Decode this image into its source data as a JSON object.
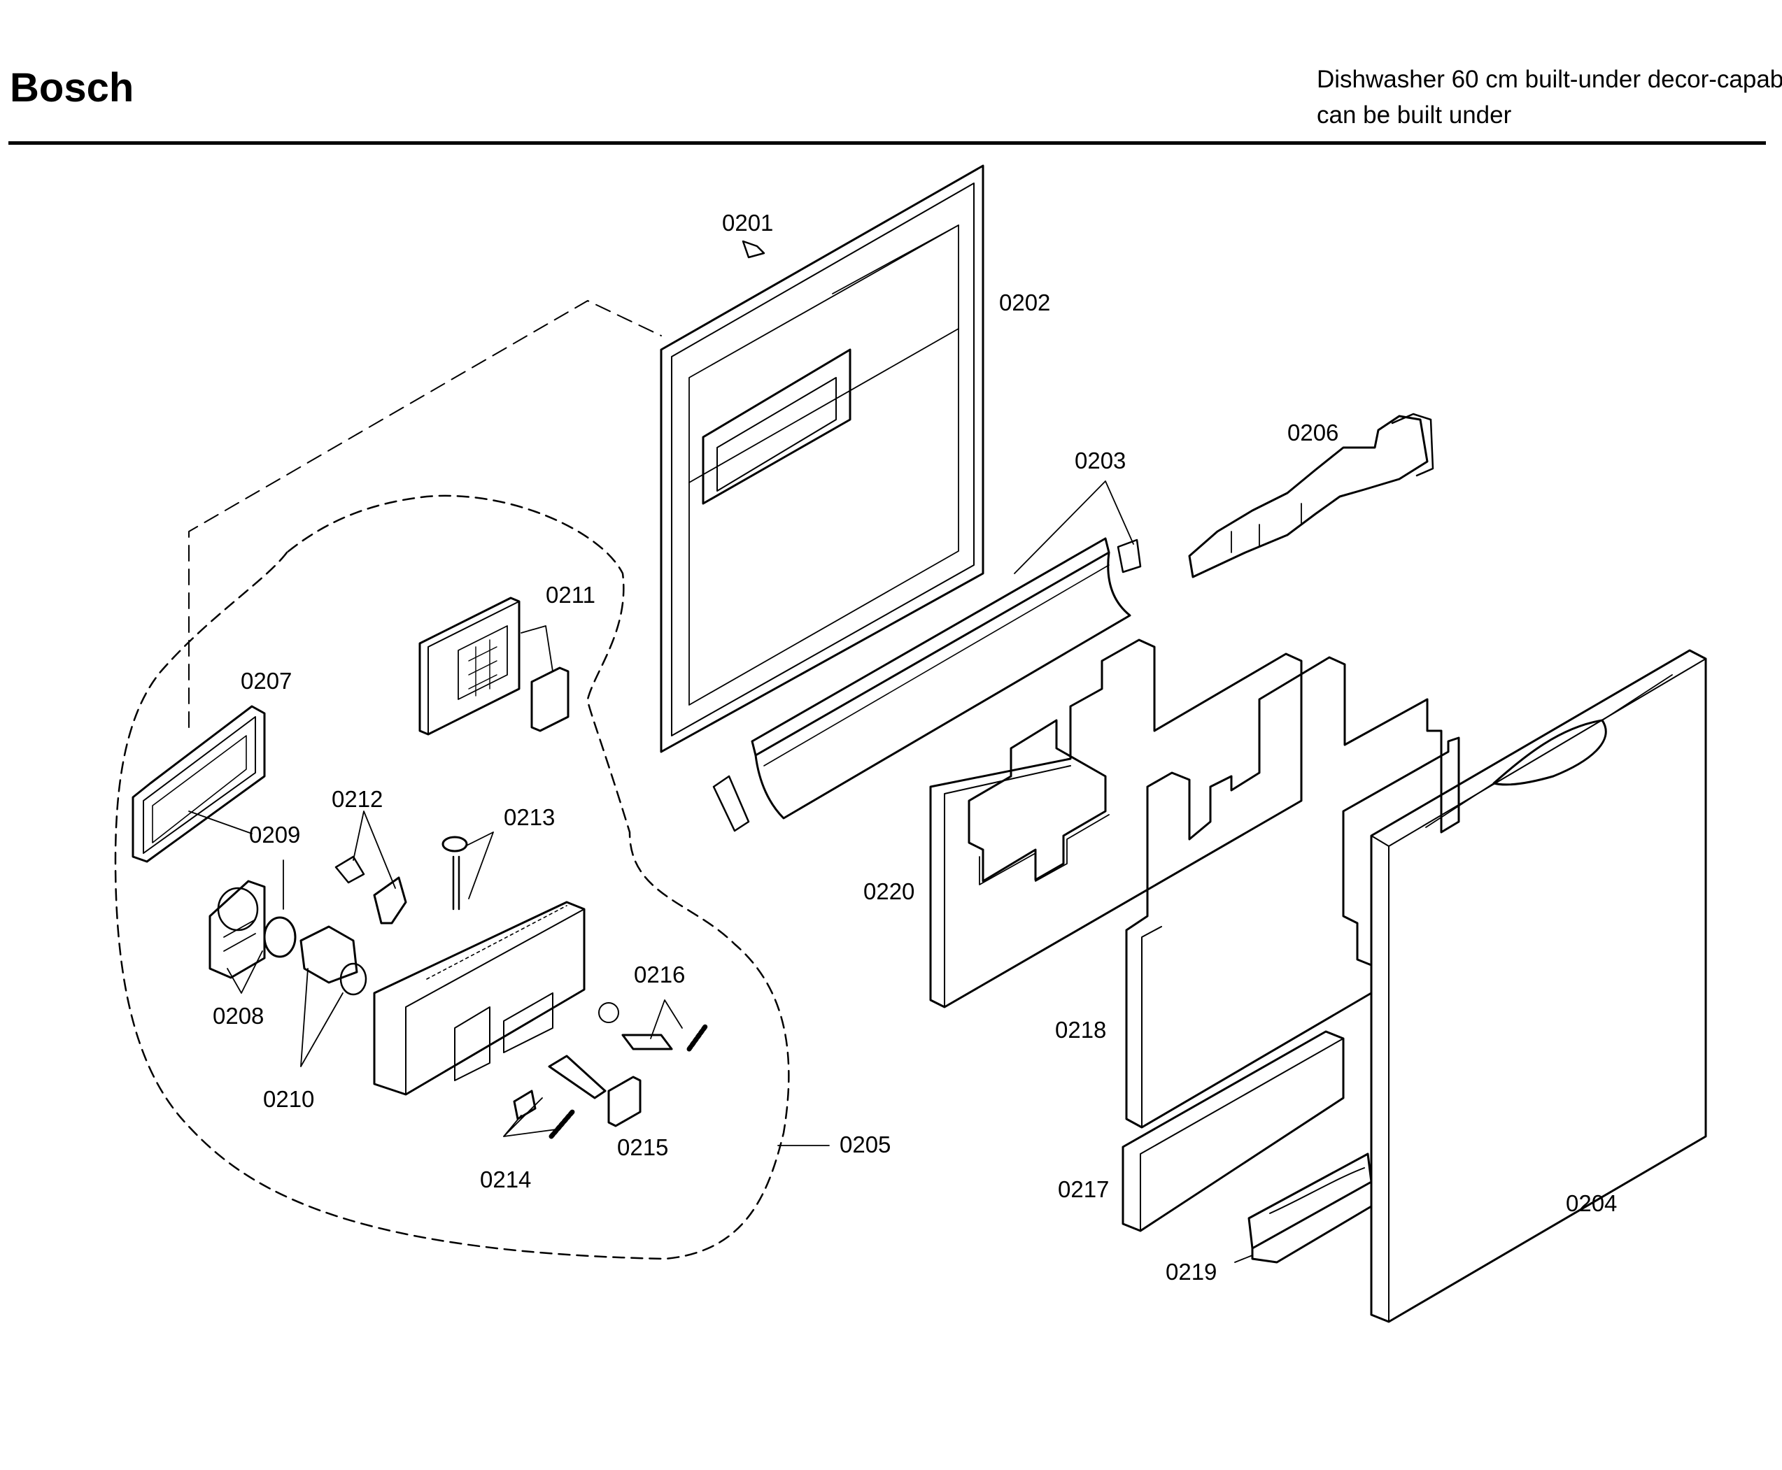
{
  "header": {
    "brand": "Bosch",
    "title_line1": "Dishwasher 60 cm built-under decor-capab",
    "title_line2": "can be built under"
  },
  "callouts": {
    "c0201": "0201",
    "c0202": "0202",
    "c0203": "0203",
    "c0204": "0204",
    "c0205": "0205",
    "c0206": "0206",
    "c0207": "0207",
    "c0208": "0208",
    "c0209": "0209",
    "c0210": "0210",
    "c0211": "0211",
    "c0212": "0212",
    "c0213": "0213",
    "c0214": "0214",
    "c0215": "0215",
    "c0216": "0216",
    "c0217": "0217",
    "c0218": "0218",
    "c0219": "0219",
    "c0220": "0220"
  }
}
